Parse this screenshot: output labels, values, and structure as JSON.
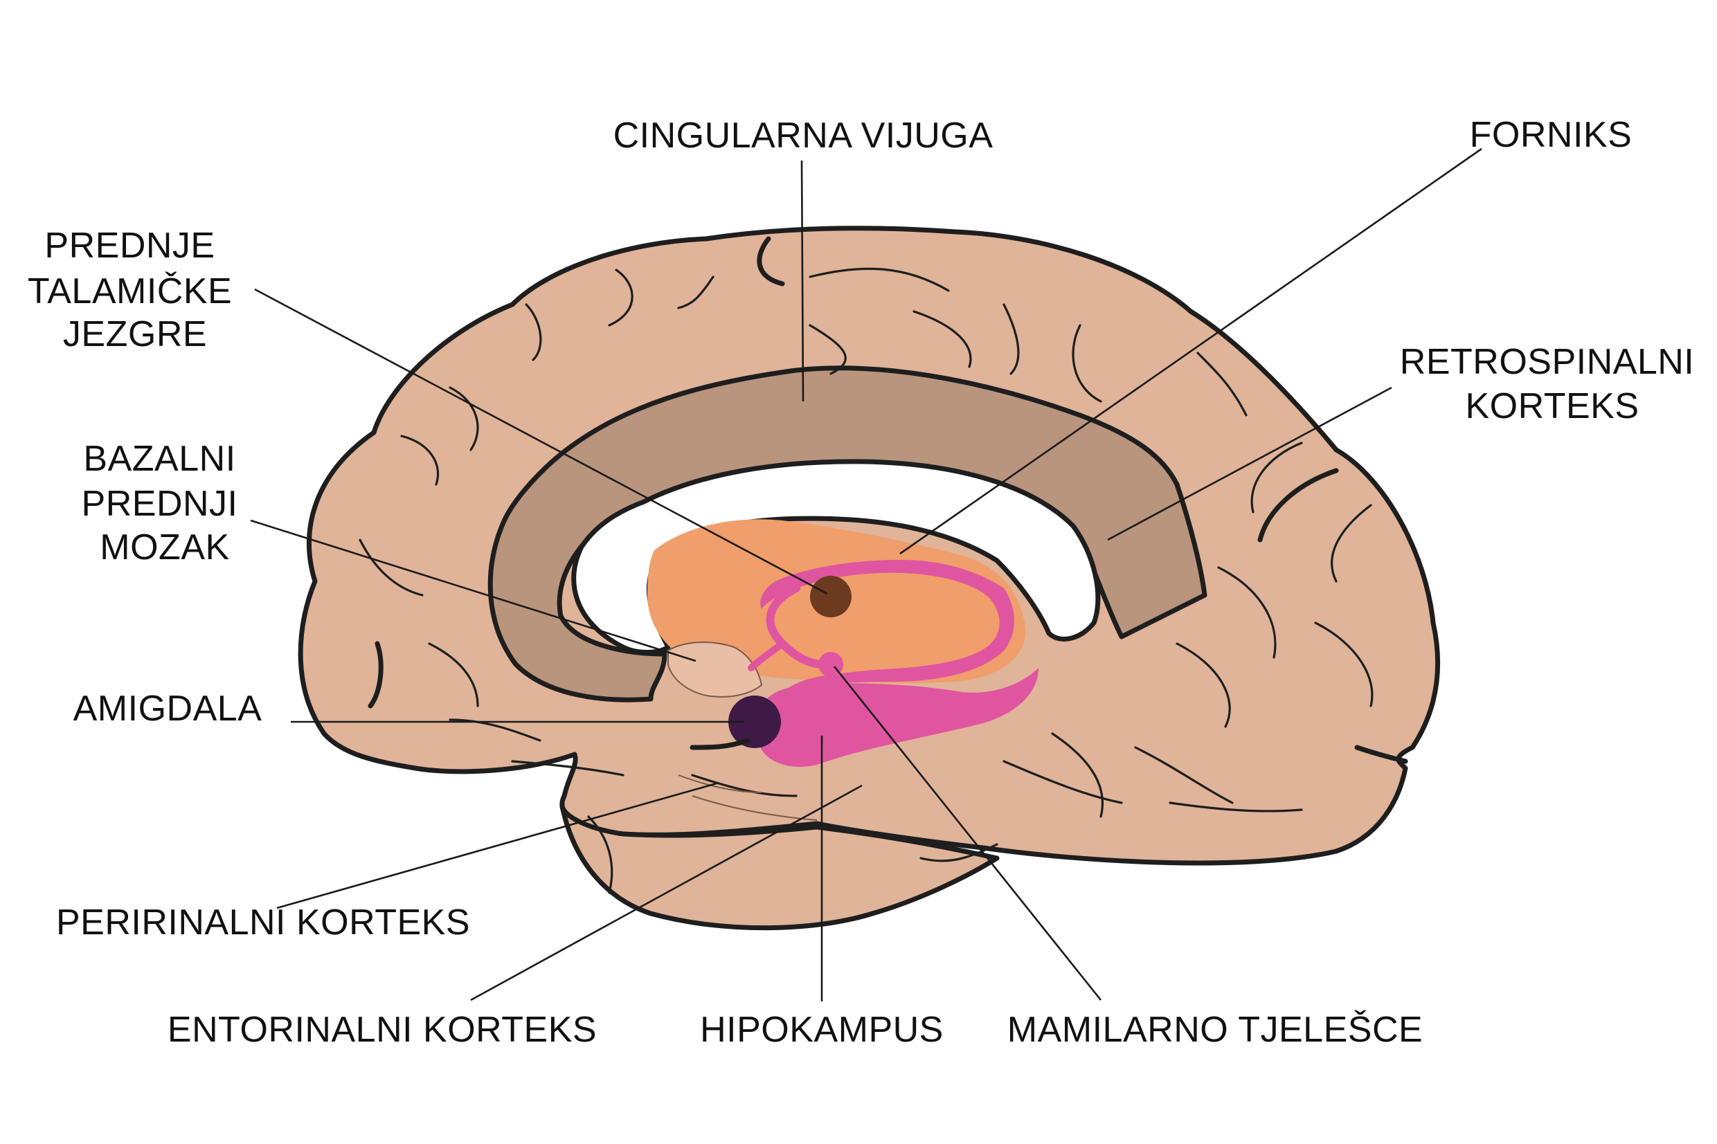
{
  "colors": {
    "cortex": "#dfb498",
    "cingulate": "#b9957e",
    "ventricle": "#ffffff",
    "thalamus": "#f09e6b",
    "hippocampus": "#e055a0",
    "thalamic_nuclei": "#6b3a1f",
    "amygdala": "#3f1a46",
    "outline": "#1e1e1e"
  },
  "labels": {
    "cingulate_gyrus": "CINGULARNA VIJUGA",
    "fornix": "FORNIKS",
    "anterior_thalamic_nuclei": [
      "PREDNJE",
      "TALAMIČKE",
      "JEZGRE"
    ],
    "retrosplenial_cortex": [
      "RETROSPINALNI",
      "KORTEKS"
    ],
    "basal_forebrain": [
      "BAZALNI",
      "PREDNJI",
      "MOZAK"
    ],
    "amygdala": "AMIGDALA",
    "perirhinal_cortex": "PERIRINALNI KORTEKS",
    "entorhinal_cortex": "ENTORINALNI KORTEKS",
    "hippocampus": "HIPOKAMPUS",
    "mammillary_body": "MAMILARNO TJELEŠCE"
  }
}
